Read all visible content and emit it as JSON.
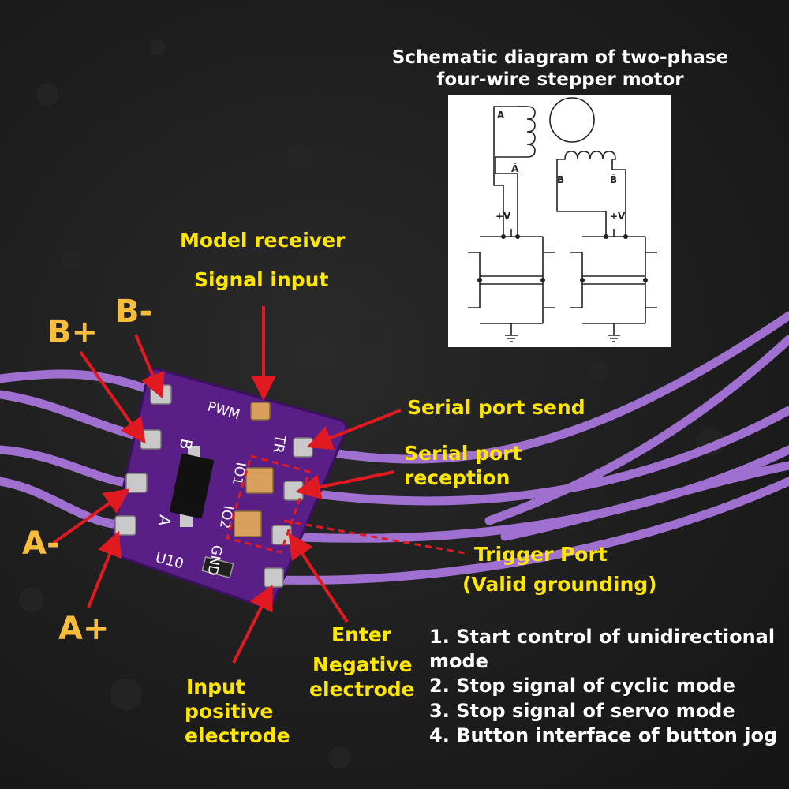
{
  "schematic": {
    "title_line1": "Schematic diagram of two-phase",
    "title_line2": "four-wire stepper motor",
    "coil_a": "A",
    "coil_a_bar": "Ā",
    "coil_b": "B",
    "coil_b_bar": "B̄",
    "supply_left": "+V",
    "supply_right": "+V"
  },
  "pcb": {
    "silk_pwm": "PWM",
    "silk_b": "B",
    "silk_a": "A",
    "silk_tr": "TR",
    "silk_io1": "IO1",
    "silk_io2": "IO2",
    "silk_gnd": "GND",
    "silk_u10": "U10"
  },
  "labels": {
    "model_receiver": "Model receiver",
    "signal_input": "Signal input",
    "b_plus": "B+",
    "b_minus": "B-",
    "a_minus": "A-",
    "a_plus": "A+",
    "serial_send": "Serial port send",
    "serial_reception_1": "Serial port",
    "serial_reception_2": "reception",
    "trigger_port": "Trigger Port",
    "valid_grounding": "(Valid grounding)",
    "enter": "Enter",
    "negative_1": "Negative",
    "negative_2": "electrode",
    "input_1": "Input",
    "input_2": "positive",
    "input_3": "electrode"
  },
  "notes": [
    "1. Start control of unidirectional",
    "mode",
    "2. Stop signal of cyclic mode",
    "3. Stop signal of servo mode",
    "4. Button interface of button jog"
  ],
  "colors": {
    "pcb": "#5a1f86",
    "wire": "#a070d0",
    "callout_yellow": "#ffe600",
    "callout_orange": "#f8bd3a",
    "arrow": "#e01a20"
  }
}
